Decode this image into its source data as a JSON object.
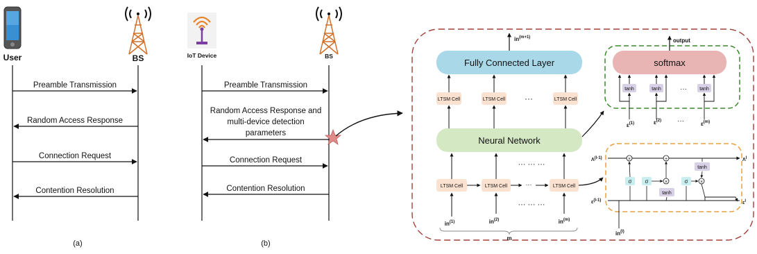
{
  "panel_a": {
    "left_label": "User",
    "right_label": "BS",
    "messages": [
      "Preamble Transmission",
      "Random Access Response",
      "Connection Request",
      "Contention Resolution"
    ],
    "caption": "(a)"
  },
  "panel_b": {
    "left_label": "IoT Device",
    "right_label": "BS",
    "messages": [
      "Preamble Transmission",
      "Random Access Response and",
      "multi-device detection",
      "parameters",
      "Connection Request",
      "Contention Resolution"
    ],
    "caption": "(b)"
  },
  "panel_c": {
    "fc_layer": "Fully Connected Layer",
    "neural_network": "Neural Network",
    "softmax": "softmax",
    "output": "output",
    "lstm_cell": "LTSM Cell",
    "tanh": "tanh",
    "sigma": "σ",
    "times": "×",
    "plus": "+",
    "ellipsis": "···",
    "dots_long": "··· ··· ···",
    "in_next": "in",
    "in_next_sup": "(m+1)",
    "in_1": "in",
    "in_1_sup": "(1)",
    "in_2": "in",
    "in_2_sup": "(2)",
    "in_m": "in",
    "in_m_sup": "(m)",
    "in_l": "in",
    "in_l_sup": "(l)",
    "m_label": "m",
    "eps": "ε",
    "eps_1_sup": "(1)",
    "eps_2_sup": "(2)",
    "eps_m_sup": "(m)",
    "lam": "Λ",
    "lam_prev_sup": "(l-1)",
    "lam_cur_sup": "l",
    "eps_prev_sup": "(l-1)",
    "eps_cur_sup": "l"
  },
  "colors": {
    "fc_fill": "#a9d8e8",
    "nn_fill": "#d5e8c4",
    "softmax_fill": "#e8b4b4",
    "lstm_fill": "#fbe2d0",
    "tanh_fill": "#d8d0e6",
    "sigma_fill": "#c9eef0",
    "outer_border": "#a0403a",
    "green_border": "#3b8a2e",
    "orange_border": "#e8a040",
    "star": "#e08a8a",
    "tower": "#d0702a"
  }
}
